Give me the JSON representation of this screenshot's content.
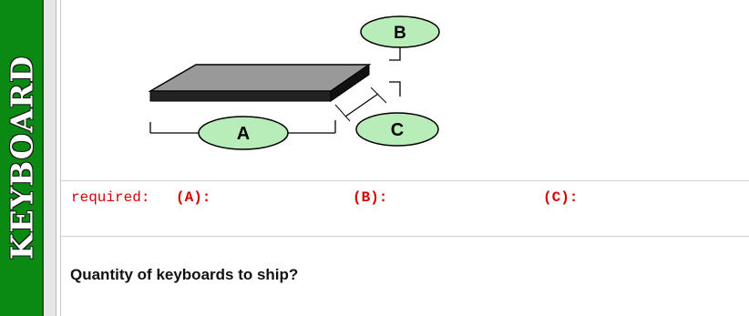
{
  "side_title": "KEYBOARD",
  "diagram": {
    "label_a": "A",
    "label_b": "B",
    "label_c": "C"
  },
  "required": {
    "label": "required",
    "a": "(A):",
    "b": "(B):",
    "c": "(C):"
  },
  "quantity": {
    "question": "Quantity of keyboards to ship?"
  },
  "colors": {
    "side_green": "#0a8a12",
    "bubble_green": "#b8ecb8",
    "required_red": "#d40000"
  }
}
